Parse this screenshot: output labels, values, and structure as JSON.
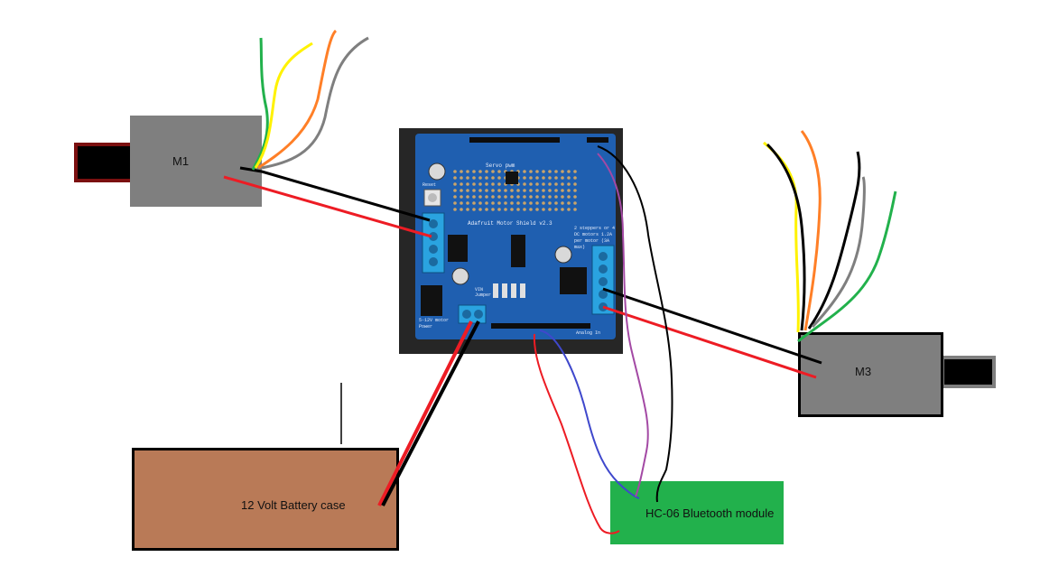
{
  "labels": {
    "motor_left": "M1",
    "motor_right": "M3",
    "battery": "12 Volt Battery case",
    "bluetooth": "HC-06 Bluetooth module"
  },
  "shield_text": {
    "title": "Adafruit Motor Shield v2.3",
    "spec": "2 steppers or 4 DC motors 1.2A per motor (3A max)",
    "power": "5-12V motor Power",
    "servo": "Servo pwm",
    "analog": "Analog In",
    "reset": "Reset",
    "jumper": "VIN Jumper"
  },
  "colors": {
    "background": "#ffffff",
    "motor": "#7f7f7f",
    "shaft": "#000000",
    "shaft_border_left": "#7b1010",
    "shaft_border_right": "#7f7f7f",
    "battery_fill": "#b97a57",
    "battery_border": "#000000",
    "bluetooth_fill": "#22b14c",
    "shield_frame": "#262626",
    "pcb": "#1f5fb0",
    "wire_red": "#ed1c24",
    "wire_black": "#000000",
    "wire_blue": "#3f48cc",
    "wire_purple": "#a349a4",
    "wire_green": "#22b14c",
    "wire_yellow": "#fff200",
    "wire_orange": "#ff7f27",
    "wire_gray": "#7f7f7f"
  }
}
